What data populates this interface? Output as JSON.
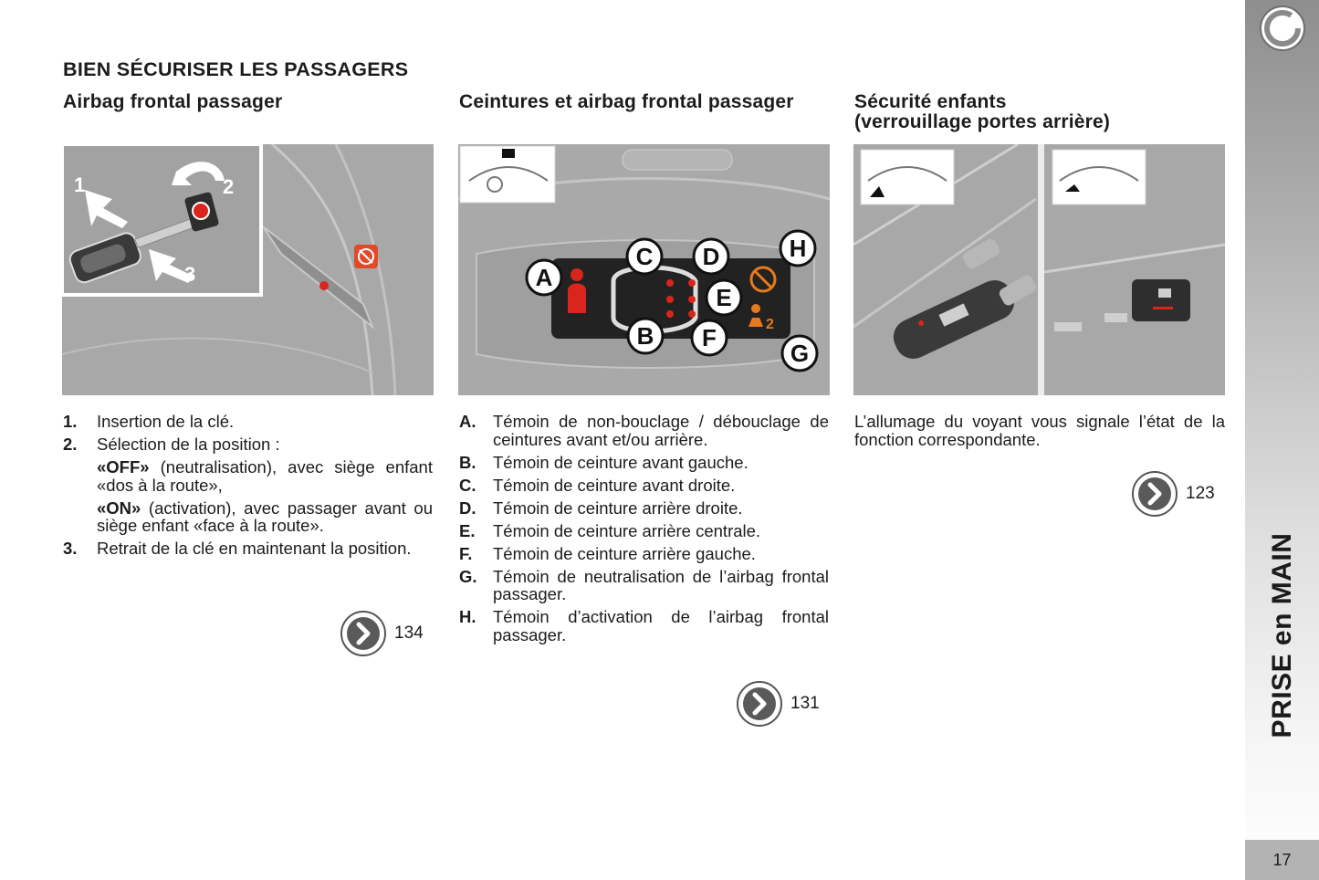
{
  "page": {
    "title": "BIEN SÉCURISER LES PASSAGERS",
    "sidebar_label": "PRISE en MAIN",
    "page_number": "17"
  },
  "columns": [
    {
      "heading": "Airbag frontal passager",
      "figure_labels": [
        "1",
        "2",
        "3"
      ],
      "items": [
        {
          "label": "1.",
          "text": "Insertion de la clé."
        },
        {
          "label": "2.",
          "text": "Sélection de la position :"
        },
        {
          "label": "3.",
          "text": "Retrait de la clé en maintenant la position."
        }
      ],
      "sub_paragraphs": [
        {
          "bold": "«OFF»",
          "text": " (neutralisation), avec siège enfant «dos à la route»,"
        },
        {
          "bold": "«ON»",
          "text": " (activation), avec passager avant ou siège enfant «face à la route»."
        }
      ],
      "ref": "134"
    },
    {
      "heading": "Ceintures et airbag frontal passager",
      "figure_labels": [
        "A",
        "B",
        "C",
        "D",
        "E",
        "F",
        "G",
        "H"
      ],
      "items": [
        {
          "label": "A.",
          "text": "Témoin de non-bouclage / débouclage de ceintures avant et/ou arrière."
        },
        {
          "label": "B.",
          "text": "Témoin de ceinture avant gauche."
        },
        {
          "label": "C.",
          "text": "Témoin de ceinture avant droite."
        },
        {
          "label": "D.",
          "text": "Témoin de ceinture arrière droite."
        },
        {
          "label": "E.",
          "text": "Témoin de ceinture arrière centrale."
        },
        {
          "label": "F.",
          "text": "Témoin de ceinture arrière gauche."
        },
        {
          "label": "G.",
          "text": "Témoin de neutralisation de l’airbag frontal passager."
        },
        {
          "label": "H.",
          "text": "Témoin d’activation de l’airbag frontal passager."
        }
      ],
      "ref": "131"
    },
    {
      "heading_line1": "Sécurité enfants",
      "heading_line2": "(verrouillage portes arrière)",
      "paragraph": "L’allumage du voyant vous signale l’état de la fonction correspondante.",
      "ref": "123"
    }
  ],
  "colors": {
    "figure_bg": "#a6a6a6",
    "warning_red": "#d9251c",
    "warning_orange": "#e87a1e",
    "sidebar_gray": "#8e8e8e",
    "page_box": "#b3b3b3"
  },
  "icons": {
    "reference": "chevron-circle-icon",
    "tab": "circle-ring-icon"
  }
}
